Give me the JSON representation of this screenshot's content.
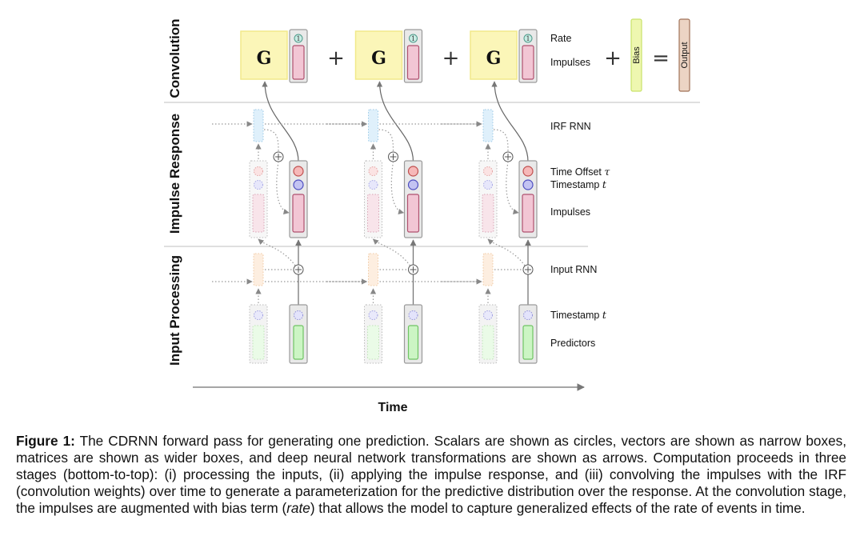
{
  "figure": {
    "stages": [
      {
        "id": "convolution",
        "label": "Convolution"
      },
      {
        "id": "impulse-response",
        "label": "Impulse Response"
      },
      {
        "id": "input-processing",
        "label": "Input Processing"
      }
    ],
    "convolution": {
      "kernel_symbol": "G",
      "rate_symbol": "1",
      "times_symbol": "·",
      "plus_symbol": "+",
      "equals_symbol": "=",
      "bias_label": "Bias",
      "output_label": "Output",
      "legend": {
        "rate": "Rate",
        "impulses": "Impulses"
      }
    },
    "impulse_response": {
      "legend": {
        "irf_rnn": "IRF RNN",
        "time_offset": "Time Offset",
        "time_offset_symbol": "τ",
        "timestamp": "Timestamp",
        "timestamp_symbol": "t",
        "impulses": "Impulses"
      }
    },
    "input_processing": {
      "legend": {
        "input_rnn": "Input RNN",
        "timestamp": "Timestamp",
        "timestamp_symbol": "t",
        "predictors": "Predictors"
      }
    },
    "axis": {
      "label": "Time"
    },
    "timesteps": 3,
    "colors": {
      "kernel_fill": "#fbf6b8",
      "kernel_stroke": "#f1e98a",
      "impulse_fill": "#f2c6d4",
      "impulse_stroke": "#b0516f",
      "rate_fill": "#c9ece4",
      "time_offset_fill": "#f6b8b8",
      "timestamp_fill": "#c3c3f2",
      "irf_rnn_fill": "#dff0fb",
      "input_rnn_fill": "#fdeee0",
      "predictor_fill": "#ccf5c4",
      "bias_fill": "#eef7b0",
      "output_fill": "#ecd4c4"
    }
  },
  "caption": {
    "label": "Figure 1:",
    "text_before_italic": " The CDRNN forward pass for generating one prediction.  Scalars are shown as circles, vectors are shown as narrow boxes, matrices are shown as wider boxes, and deep neural network transformations are shown as arrows. Computation proceeds in three stages (bottom-to-top): (i) processing the inputs, (ii) applying the impulse response, and (iii) convolving the impulses with the IRF (convolution weights) over time to generate a parameterization for the predictive distribution over the response. At the convolution stage, the impulses are augmented with bias term (",
    "italic": "rate",
    "text_after_italic": ") that allows the model to capture generalized effects of the rate of events in time."
  }
}
